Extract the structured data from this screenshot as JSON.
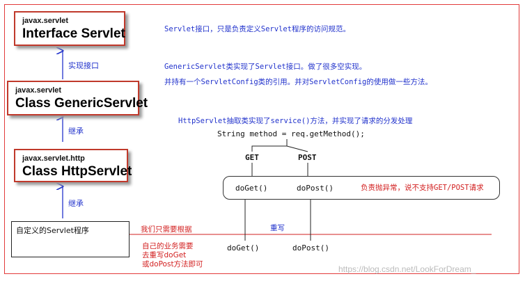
{
  "classes": {
    "servlet": {
      "package": "javax.servlet",
      "name": "Interface Servlet"
    },
    "generic": {
      "package": "javax.servlet",
      "name": "Class GenericServlet"
    },
    "http": {
      "package": "javax.servlet.http",
      "name": "Class HttpServlet"
    }
  },
  "arrows": {
    "implements": "实现接口",
    "inherits_1": "继承",
    "inherits_2": "继承"
  },
  "notes": {
    "servlet_desc": "Servlet接口，只是负责定义Servlet程序的访问规范。",
    "generic_desc_1": "GenericServlet类实现了Servlet接口。做了很多空实现。",
    "generic_desc_2": "并持有一个ServletConfig类的引用。并对ServletConfig的使用做一些方法。",
    "http_desc": "HttpServlet抽取类实现了service()方法，并实现了请求的分发处理",
    "code_line": "String method = req.getMethod();",
    "get_label": "GET",
    "post_label": "POST",
    "doget_label": "doGet()",
    "dopost_label": "doPost()",
    "exception_note": "负责抛异常，说不支持GET/POST请求",
    "user_class": "自定义的Servlet程序",
    "only_need": "我们只需要根据",
    "business_1": "自己的业务需要",
    "business_2": "去重写doGet",
    "business_3": "或doPost方法即可",
    "override_label": "重写",
    "override_doget": "doGet()",
    "override_dopost": "doPost()"
  },
  "watermark": "https://blog.csdn.net/LookForDream_",
  "colors": {
    "border_red": "#c0392b",
    "text_blue": "#2233cc",
    "text_red": "#d21f1f"
  }
}
